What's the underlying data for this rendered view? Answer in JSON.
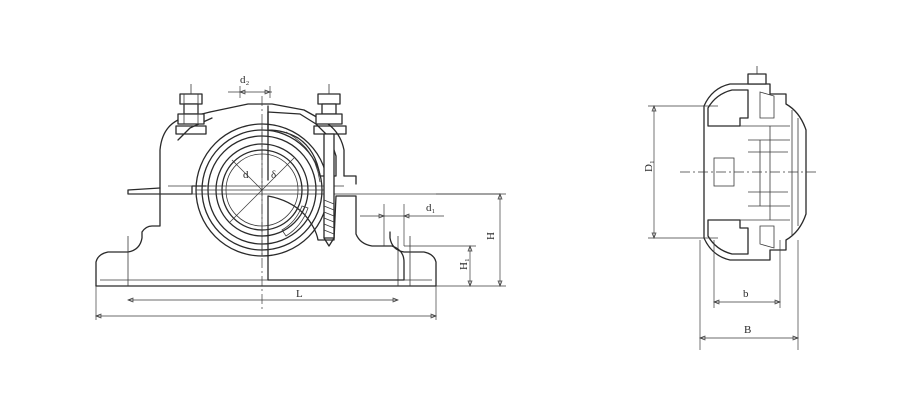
{
  "front_view": {
    "labels": {
      "d2": "d₂",
      "d": "d",
      "d1": "d₁",
      "H1": "H₁",
      "H": "H",
      "L": "L"
    }
  },
  "side_view": {
    "labels": {
      "D1": "D₁",
      "b": "b",
      "B": "B"
    }
  }
}
